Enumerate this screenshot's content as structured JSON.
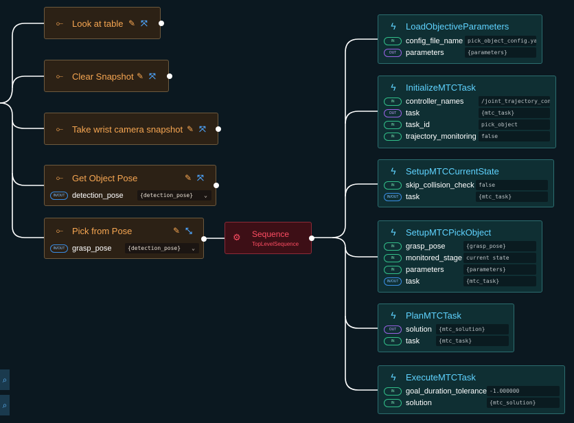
{
  "subtrees": [
    {
      "title": "Look at table"
    },
    {
      "title": "Clear Snapshot"
    },
    {
      "title": "Take wrist camera snapshot"
    },
    {
      "title": "Get Object Pose",
      "port": {
        "badge": "IN/OUT",
        "name": "detection_pose",
        "value": "{detection_pose}"
      }
    },
    {
      "title": "Pick from Pose",
      "port": {
        "badge": "IN/OUT",
        "name": "grasp_pose",
        "value": "{detection_pose}"
      }
    }
  ],
  "sequence": {
    "title": "Sequence",
    "subtitle": "TopLevelSequence"
  },
  "actions": [
    {
      "title": "LoadObjectiveParameters",
      "ports": [
        {
          "badge": "IN",
          "name": "config_file_name",
          "value": "pick_object_config.yaml"
        },
        {
          "badge": "OUT",
          "name": "parameters",
          "value": "{parameters}"
        }
      ]
    },
    {
      "title": "InitializeMTCTask",
      "ports": [
        {
          "badge": "IN",
          "name": "controller_names",
          "value": "/joint_trajectory_controller"
        },
        {
          "badge": "OUT",
          "name": "task",
          "value": "{mtc_task}"
        },
        {
          "badge": "IN",
          "name": "task_id",
          "value": "pick_object"
        },
        {
          "badge": "IN",
          "name": "trajectory_monitoring",
          "value": "false"
        }
      ]
    },
    {
      "title": "SetupMTCCurrentState",
      "ports": [
        {
          "badge": "IN",
          "name": "skip_collision_check",
          "value": "false"
        },
        {
          "badge": "IN/OUT",
          "name": "task",
          "value": "{mtc_task}"
        }
      ]
    },
    {
      "title": "SetupMTCPickObject",
      "ports": [
        {
          "badge": "IN",
          "name": "grasp_pose",
          "value": "{grasp_pose}"
        },
        {
          "badge": "IN",
          "name": "monitored_stage",
          "value": "current state"
        },
        {
          "badge": "IN",
          "name": "parameters",
          "value": "{parameters}"
        },
        {
          "badge": "IN/OUT",
          "name": "task",
          "value": "{mtc_task}"
        }
      ]
    },
    {
      "title": "PlanMTCTask",
      "ports": [
        {
          "badge": "OUT",
          "name": "solution",
          "value": "{mtc_solution}"
        },
        {
          "badge": "IN",
          "name": "task",
          "value": "{mtc_task}"
        }
      ]
    },
    {
      "title": "ExecuteMTCTask",
      "ports": [
        {
          "badge": "IN",
          "name": "goal_duration_tolerance",
          "value": "-1.000000"
        },
        {
          "badge": "IN",
          "name": "solution",
          "value": "{mtc_solution}"
        }
      ]
    }
  ],
  "icons": {
    "subtree": "subtree-icon",
    "action": "lightning-icon",
    "sequence": "gears-icon",
    "edit": "pencil-icon",
    "expand": "expand-icon",
    "search": "search-icon"
  },
  "colors": {
    "subtree_title": "#f6a652",
    "action_title": "#5fd3ff",
    "sequence_title": "#ff4d63",
    "background": "#0b1820"
  }
}
